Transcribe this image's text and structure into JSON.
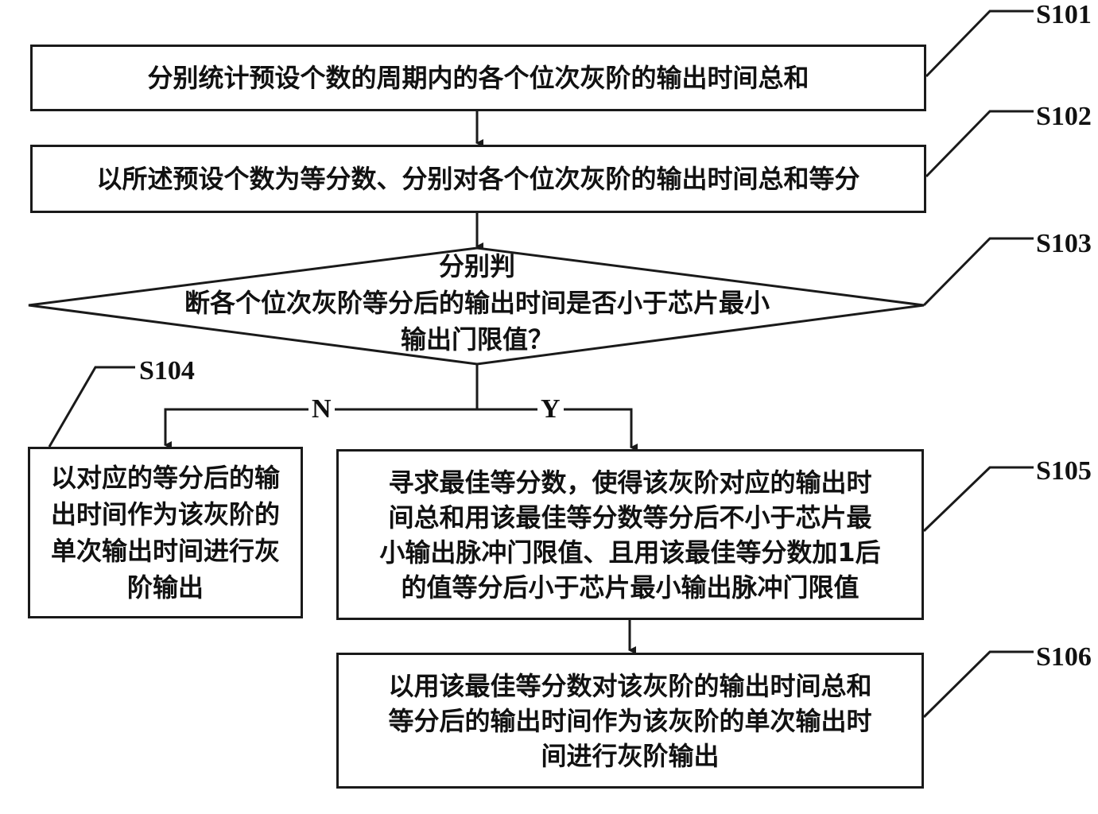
{
  "steps": {
    "s101": {
      "id": "S101",
      "text": "分别统计预设个数的周期内的各个位次灰阶的输出时间总和"
    },
    "s102": {
      "id": "S102",
      "text": "以所述预设个数为等分数、分别对各个位次灰阶的输出时间总和等分"
    },
    "s103": {
      "id": "S103",
      "lines": [
        "分别判",
        "断各个位次灰阶等分后的输出时间是否小于芯片最小",
        "输出门限值？"
      ]
    },
    "s104": {
      "id": "S104",
      "lines": [
        "以对应的等分后的输",
        "出时间作为该灰阶的",
        "单次输出时间进行灰",
        "阶输出"
      ]
    },
    "s105": {
      "id": "S105",
      "lines": [
        "寻求最佳等分数，使得该灰阶对应的输出时",
        "间总和用该最佳等分数等分后不小于芯片最",
        "小输出脉冲门限值、且用该最佳等分数加1后",
        "的值等分后小于芯片最小输出脉冲门限值"
      ]
    },
    "s106": {
      "id": "S106",
      "lines": [
        "以用该最佳等分数对该灰阶的输出时间总和",
        "等分后的输出时间作为该灰阶的单次输出时",
        "间进行灰阶输出"
      ]
    }
  },
  "branches": {
    "no": "N",
    "yes": "Y"
  }
}
